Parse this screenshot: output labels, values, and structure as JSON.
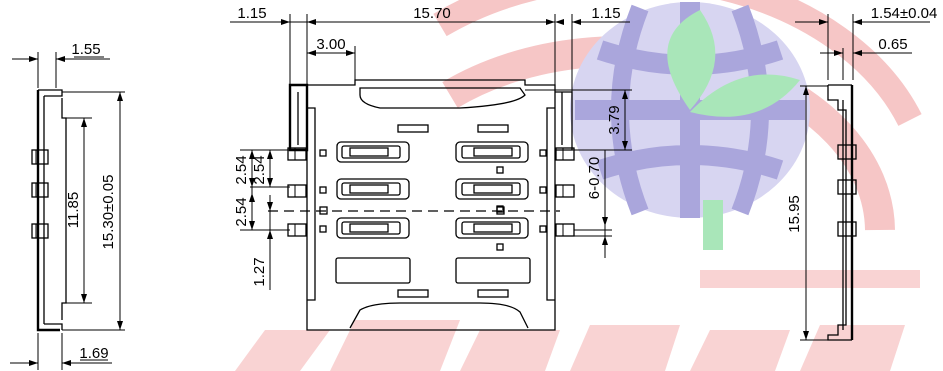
{
  "watermark": {
    "colors": {
      "globe_blue": "#c8c6ea",
      "globe_blue_dark": "#aaa6dc",
      "leaf_green": "#a9e6b9",
      "ring_red": "#f6c6c6",
      "bottom_red": "#f9d3d3"
    }
  },
  "left_view": {
    "dim_top_width": "1.55",
    "dim_inner_height": "11.85",
    "dim_outer_height": "15.30±0.05",
    "dim_bottom_width": "1.69"
  },
  "top_view": {
    "dim_left_offset": "1.15",
    "dim_body_width": "15.70",
    "dim_right_offset": "1.15",
    "dim_notch": "3.00",
    "dim_top_to_contact": "3.79",
    "dim_pitch_upper": "2.54",
    "dim_pitch_middle": "2.54",
    "dim_pitch_lower": "2.54",
    "dim_contact_width": "6-0.70",
    "dim_contact_spacing": "1.27"
  },
  "right_view": {
    "dim_total_thickness": "1.54±0.04",
    "dim_wall": "0.65",
    "dim_height": "15.95"
  }
}
